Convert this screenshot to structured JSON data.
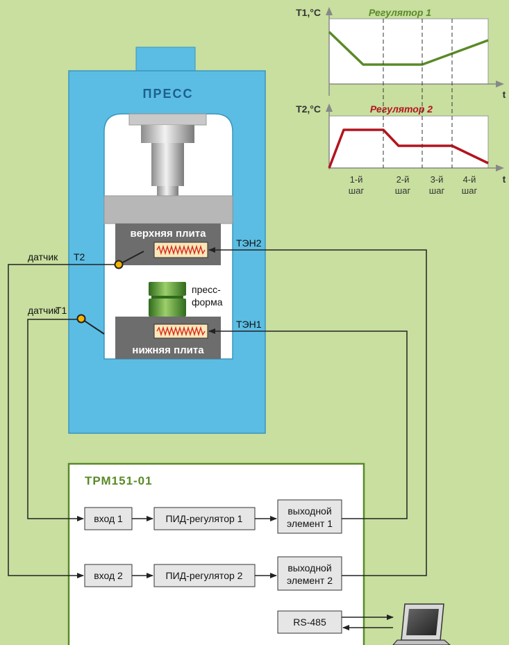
{
  "press": {
    "title": "ПРЕСС",
    "upper_plate": "верхняя плита",
    "lower_plate": "нижняя плита",
    "mold_line1": "пресс-",
    "mold_line2": "форма",
    "heater2": "ТЭН2",
    "heater1": "ТЭН1",
    "sensor_word": "датчик",
    "sensor_t2": "Т2",
    "sensor_t1": "Т1"
  },
  "charts": {
    "chart1": {
      "ylabel": "T1,°C",
      "title": "Регулятор 1",
      "xlabel": "t",
      "color": "#5a8a28"
    },
    "chart2": {
      "ylabel": "T2,°C",
      "title": "Регулятор 2",
      "xlabel": "t",
      "color": "#b3141d"
    },
    "steps": [
      {
        "line1": "1-й",
        "line2": "шаг"
      },
      {
        "line1": "2-й",
        "line2": "шаг"
      },
      {
        "line1": "3-й",
        "line2": "шаг"
      },
      {
        "line1": "4-й",
        "line2": "шаг"
      }
    ]
  },
  "controller": {
    "title": "ТРМ151-01",
    "input1": "вход 1",
    "input2": "вход 2",
    "pid1": "ПИД-регулятор 1",
    "pid2": "ПИД-регулятор 2",
    "out1_line1": "выходной",
    "out1_line2": "элемент 1",
    "out2_line1": "выходной",
    "out2_line2": "элемент 2",
    "rs485": "RS-485"
  },
  "colors": {
    "background": "#c8df9f",
    "press": "#5bbde3",
    "controller_border": "#5a8a28"
  }
}
